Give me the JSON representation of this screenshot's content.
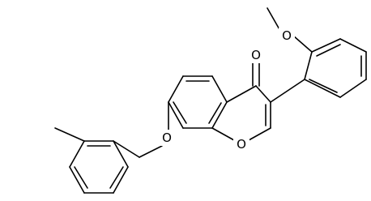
{
  "structure": {
    "atoms": [
      {
        "id": "o_carbonyl",
        "label": "O"
      },
      {
        "id": "o_methoxy",
        "label": "O"
      },
      {
        "id": "o_ether",
        "label": "O"
      },
      {
        "id": "o_ring",
        "label": "O"
      }
    ]
  }
}
